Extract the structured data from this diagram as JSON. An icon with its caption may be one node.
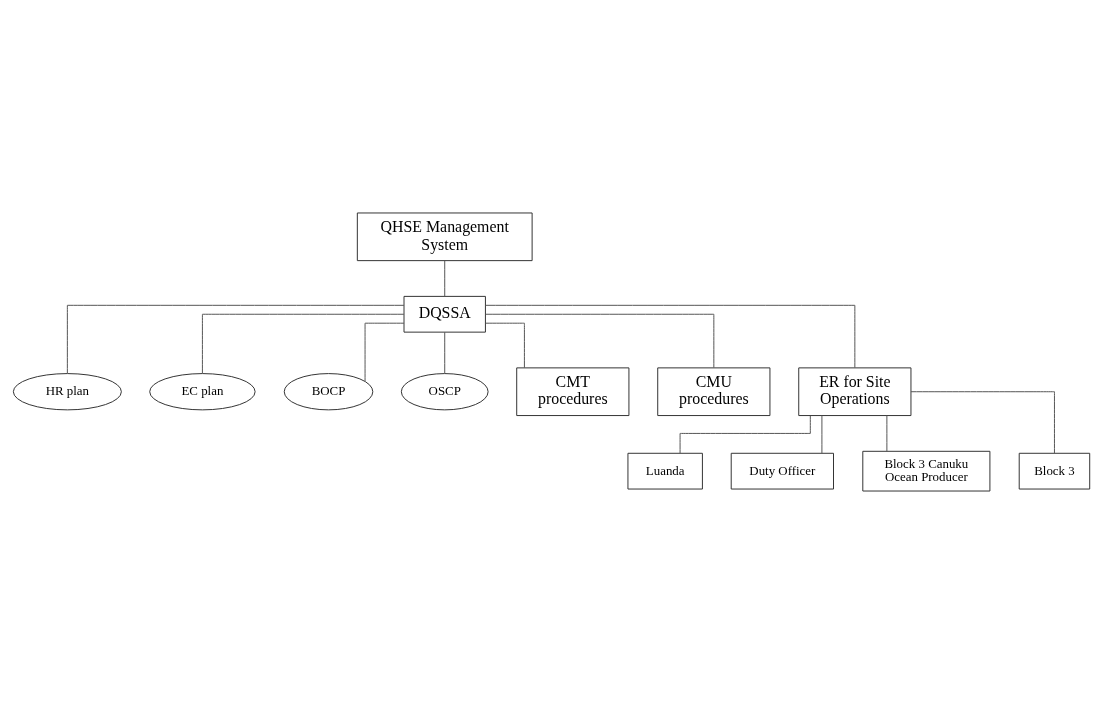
{
  "diagram": {
    "nodes": [
      {
        "text": [
          "QHSE Management System"
        ]
      },
      {
        "text": [
          "DQSSA"
        ]
      },
      {
        "text": [
          "HR plan"
        ]
      },
      {
        "text": [
          "EC plan"
        ]
      },
      {
        "text": [
          "BOCP"
        ]
      },
      {
        "text": [
          "OSCP"
        ]
      },
      {
        "text": [
          "CMT procedures"
        ]
      },
      {
        "text": [
          "CMU procedures"
        ]
      },
      {
        "text": [
          "ER for Site Operations"
        ]
      },
      {
        "text": [
          "Luanda"
        ]
      },
      {
        "text": [
          "Duty Officer"
        ]
      },
      {
        "text": [
          "Block 3 Canuku Ocean Producer"
        ]
      },
      {
        "text": [
          "Block 3"
        ]
      }
    ],
    "edges": [
      {
        "from": 0,
        "to": 1,
        "arrow": "none"
      },
      {
        "from": 1,
        "to": 2,
        "arrow": "none"
      },
      {
        "from": 1,
        "to": 3,
        "arrow": "none"
      },
      {
        "from": 1,
        "to": 4,
        "arrow": "none"
      },
      {
        "from": 1,
        "to": 5,
        "arrow": "none"
      },
      {
        "from": 1,
        "to": 6,
        "arrow": "none"
      },
      {
        "from": 1,
        "to": 7,
        "arrow": "none"
      },
      {
        "from": 1,
        "to": 8,
        "arrow": "none"
      },
      {
        "from": 8,
        "to": 9,
        "arrow": "none"
      },
      {
        "from": 8,
        "to": 10,
        "arrow": "none"
      },
      {
        "from": 8,
        "to": 11,
        "arrow": "none"
      },
      {
        "from": 8,
        "to": 12,
        "arrow": "none"
      }
    ]
  }
}
